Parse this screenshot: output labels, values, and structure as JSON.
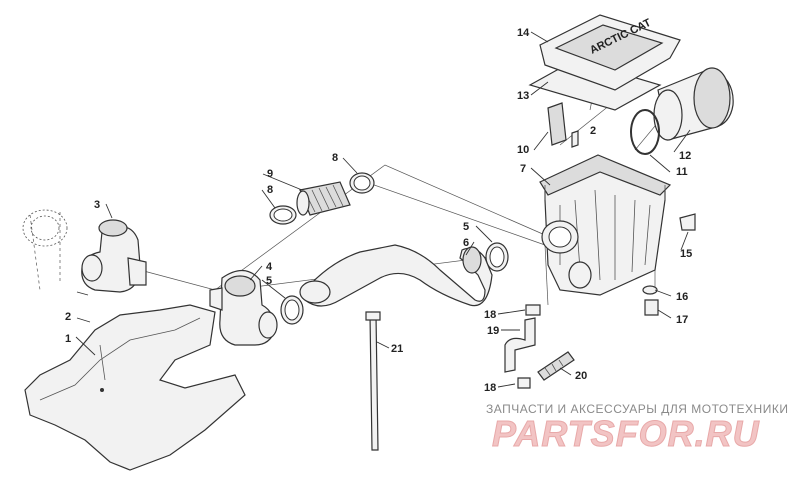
{
  "diagram": {
    "callouts": {
      "c1": "1",
      "c2a": "2",
      "c2b": "2",
      "c3": "3",
      "c4": "4",
      "c5a": "5",
      "c5b": "5",
      "c6": "6",
      "c7": "7",
      "c8a": "8",
      "c8b": "8",
      "c9": "9",
      "c10": "10",
      "c11": "11",
      "c12": "12",
      "c13": "13",
      "c14": "14",
      "c15": "15",
      "c16": "16",
      "c17": "17",
      "c18a": "18",
      "c18b": "18",
      "c19": "19",
      "c20": "20",
      "c21": "21"
    },
    "lid_embossing": "ARCTIC CAT"
  },
  "watermark": {
    "subtitle": "ЗАПЧАСТИ И АКСЕССУАРЫ ДЛЯ МОТОТЕХНИКИ",
    "brand": "PARTSFOR.RU"
  }
}
